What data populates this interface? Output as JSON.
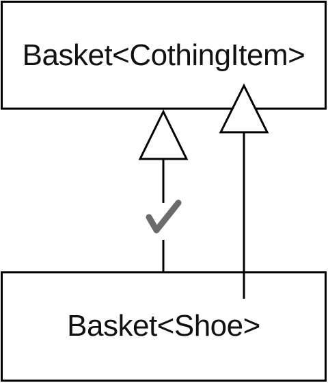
{
  "diagram": {
    "parent_class": {
      "label": "Basket<CothingItem>"
    },
    "child_class": {
      "label": "Basket<Shoe>"
    },
    "relations": [
      {
        "name": "inheritance-valid",
        "marker": "check-icon",
        "marker_color": "#6b6b6b"
      },
      {
        "name": "inheritance-plain"
      }
    ]
  },
  "colors": {
    "stroke": "#000000",
    "background": "#ffffff",
    "check": "#6b6b6b"
  }
}
